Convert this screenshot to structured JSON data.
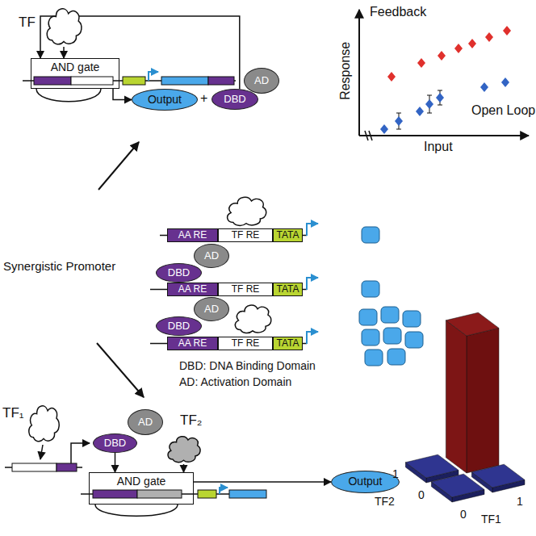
{
  "diagram": {
    "nodes": [
      {
        "text": [
          "TF"
        ]
      },
      {
        "text": [
          "AND gate"
        ]
      },
      {
        "text": [
          "Output"
        ]
      },
      {
        "text": [
          "DBD"
        ]
      },
      {
        "text": [
          "AD"
        ]
      },
      {
        "text": [
          "AA RE"
        ]
      },
      {
        "text": [
          "TF RE"
        ]
      },
      {
        "text": [
          "TATA"
        ]
      },
      {
        "text": [
          "DBD"
        ]
      },
      {
        "text": [
          "AD"
        ]
      },
      {
        "text": [
          "AA RE"
        ]
      },
      {
        "text": [
          "TF RE"
        ]
      },
      {
        "text": [
          "TATA"
        ]
      },
      {
        "text": [
          "DBD"
        ]
      },
      {
        "text": [
          "AD"
        ]
      },
      {
        "text": [
          "AA RE"
        ]
      },
      {
        "text": [
          "TF RE"
        ]
      },
      {
        "text": [
          "TATA"
        ]
      },
      {
        "text": [
          "TF₁"
        ]
      },
      {
        "text": [
          "DBD"
        ]
      },
      {
        "text": [
          "AD"
        ]
      },
      {
        "text": [
          "TF₂"
        ]
      },
      {
        "text": [
          "AND gate"
        ]
      },
      {
        "text": [
          "Output"
        ]
      }
    ],
    "edges": [
      {
        "from": 0,
        "to": 1,
        "arrow": "to"
      },
      {
        "from": 3,
        "to": 1,
        "arrow": "to"
      },
      {
        "from": 1,
        "to": 2,
        "arrow": "to"
      },
      {
        "from": 19,
        "to": 22,
        "arrow": "to"
      },
      {
        "from": 21,
        "to": 22,
        "arrow": "to"
      },
      {
        "from": 22,
        "to": 23,
        "arrow": "to"
      }
    ],
    "labels": [
      "Response",
      "Feedback",
      "Open Loop",
      "Input",
      "+",
      "Synergistic Promoter",
      "DBD: DNA Binding Domain",
      "AD: Activation Domain",
      "TF2",
      "1",
      "0",
      "0",
      "TF1",
      "1"
    ]
  }
}
